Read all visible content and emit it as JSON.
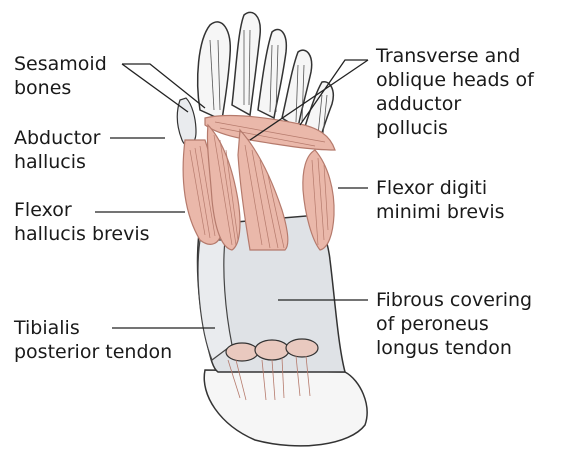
{
  "labels": {
    "sesamoid": [
      "Sesamoid",
      "bones"
    ],
    "abductor_hallucis": [
      "Abductor",
      "hallucis"
    ],
    "flexor_hallucis": [
      "Flexor",
      "hallucis brevis"
    ],
    "tibialis": [
      "Tibialis",
      "posterior tendon"
    ],
    "adductor": [
      "Transverse and",
      "oblique heads of",
      "adductor",
      "pollucis"
    ],
    "flexor_digiti": [
      "Flexor digiti",
      "minimi brevis"
    ],
    "fibrous": [
      "Fibrous covering",
      "of peroneus",
      "longus tendon"
    ]
  },
  "colors": {
    "muscle": "#eab8aa",
    "muscle_stroke": "#b57a6c",
    "tendon": "#dfe2e6",
    "bone": "#f6f6f6",
    "line": "#222222"
  }
}
